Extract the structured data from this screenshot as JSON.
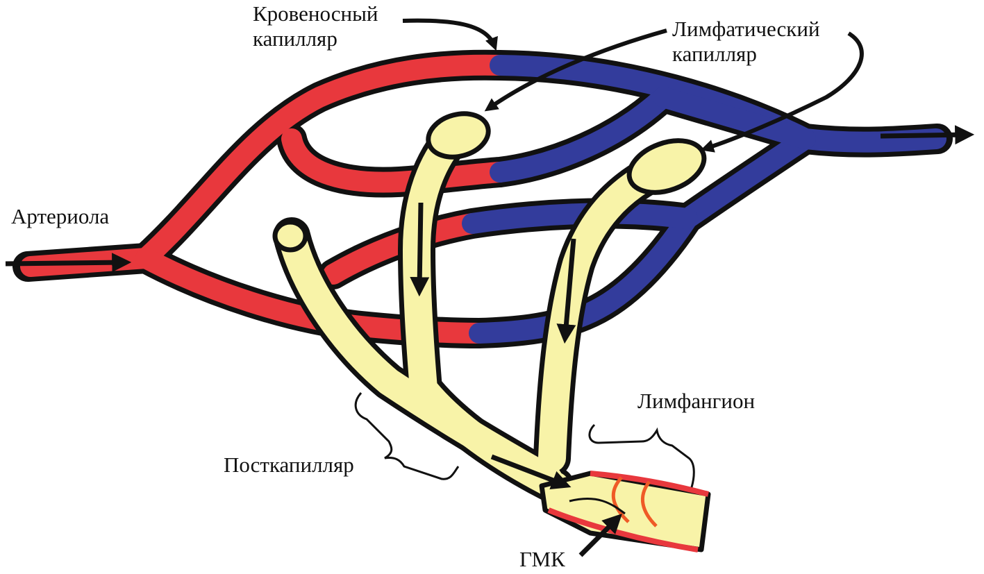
{
  "colors": {
    "arterial": "#e8383d",
    "venous": "#333c9c",
    "lymph": "#f8f3a8",
    "outline": "#111111",
    "muscle": "#ef5a26"
  },
  "labels": {
    "blood_capillary": [
      "Кровеносный",
      "капилляр"
    ],
    "lymph_capillary": [
      "Лимфатический",
      "капилляр"
    ],
    "arteriole": "Артериола",
    "postcapillary": "Посткапилляр",
    "lymphangion": "Лимфангион",
    "smc": "ГМК"
  }
}
